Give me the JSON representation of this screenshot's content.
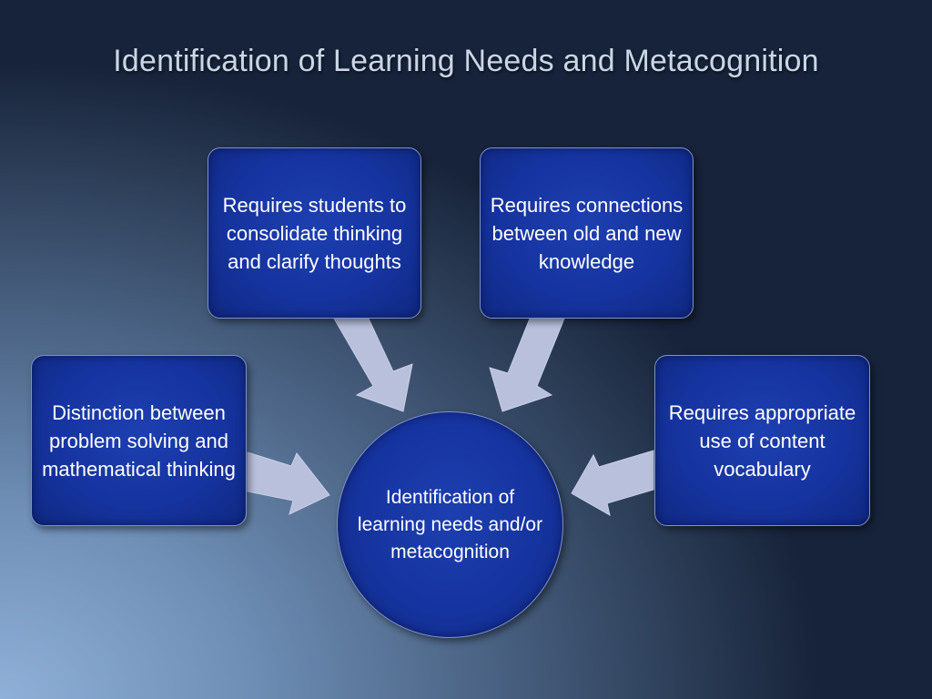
{
  "slide": {
    "title": "Identification of Learning Needs and Metacognition"
  },
  "diagram": {
    "center": {
      "label": "Identification of learning needs and/or metacognition"
    },
    "nodes": [
      {
        "id": "top-left",
        "label": "Requires students to consolidate thinking and clarify thoughts"
      },
      {
        "id": "top-right",
        "label": "Requires connections between old and new knowledge"
      },
      {
        "id": "left",
        "label": "Distinction between problem solving and mathematical thinking"
      },
      {
        "id": "right",
        "label": "Requires appropriate use of content vocabulary"
      }
    ]
  },
  "colors": {
    "node_fill": "#1634a0",
    "node_border": "#7d92c8",
    "arrow_fill": "#b8c0dc",
    "title_text": "#c9d6e6"
  }
}
